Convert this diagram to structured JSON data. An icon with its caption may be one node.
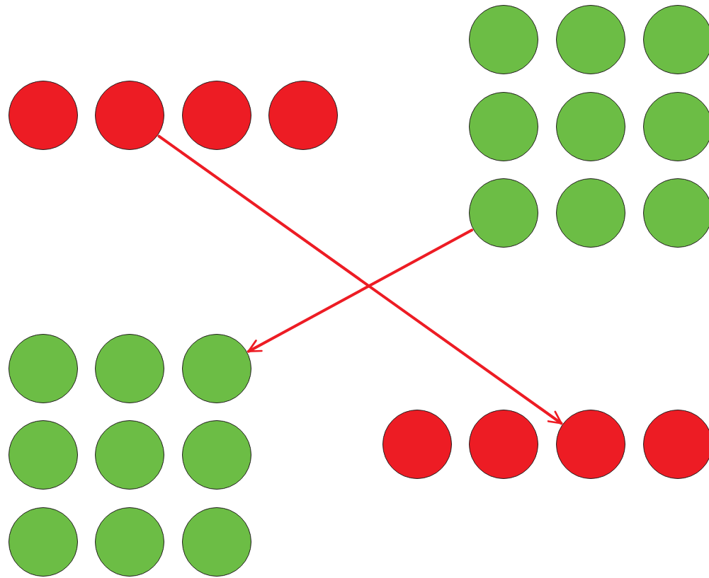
{
  "diagram": {
    "nodes": [
      {
        "text": [],
        "shape": "circle"
      },
      {
        "text": [],
        "shape": "circle"
      },
      {
        "text": [],
        "shape": "circle"
      },
      {
        "text": [],
        "shape": "circle"
      },
      {
        "text": [],
        "shape": "circle"
      },
      {
        "text": [],
        "shape": "circle"
      },
      {
        "text": [],
        "shape": "circle"
      },
      {
        "text": [],
        "shape": "circle"
      },
      {
        "text": [],
        "shape": "circle"
      },
      {
        "text": [],
        "shape": "circle"
      },
      {
        "text": [],
        "shape": "circle"
      },
      {
        "text": [],
        "shape": "circle"
      },
      {
        "text": [],
        "shape": "circle"
      },
      {
        "text": [],
        "shape": "circle"
      },
      {
        "text": [],
        "shape": "circle"
      },
      {
        "text": [],
        "shape": "circle"
      },
      {
        "text": [],
        "shape": "circle"
      },
      {
        "text": [],
        "shape": "circle"
      },
      {
        "text": [],
        "shape": "circle"
      },
      {
        "text": [],
        "shape": "circle"
      },
      {
        "text": [],
        "shape": "circle"
      },
      {
        "text": [],
        "shape": "circle"
      },
      {
        "text": [],
        "shape": "circle"
      },
      {
        "text": [],
        "shape": "circle"
      },
      {
        "text": [],
        "shape": "circle"
      },
      {
        "text": [],
        "shape": "circle"
      }
    ],
    "edges": [
      {
        "from": 1,
        "to": 24,
        "arrow": "to"
      },
      {
        "from": 10,
        "to": 15,
        "arrow": "to"
      }
    ]
  }
}
